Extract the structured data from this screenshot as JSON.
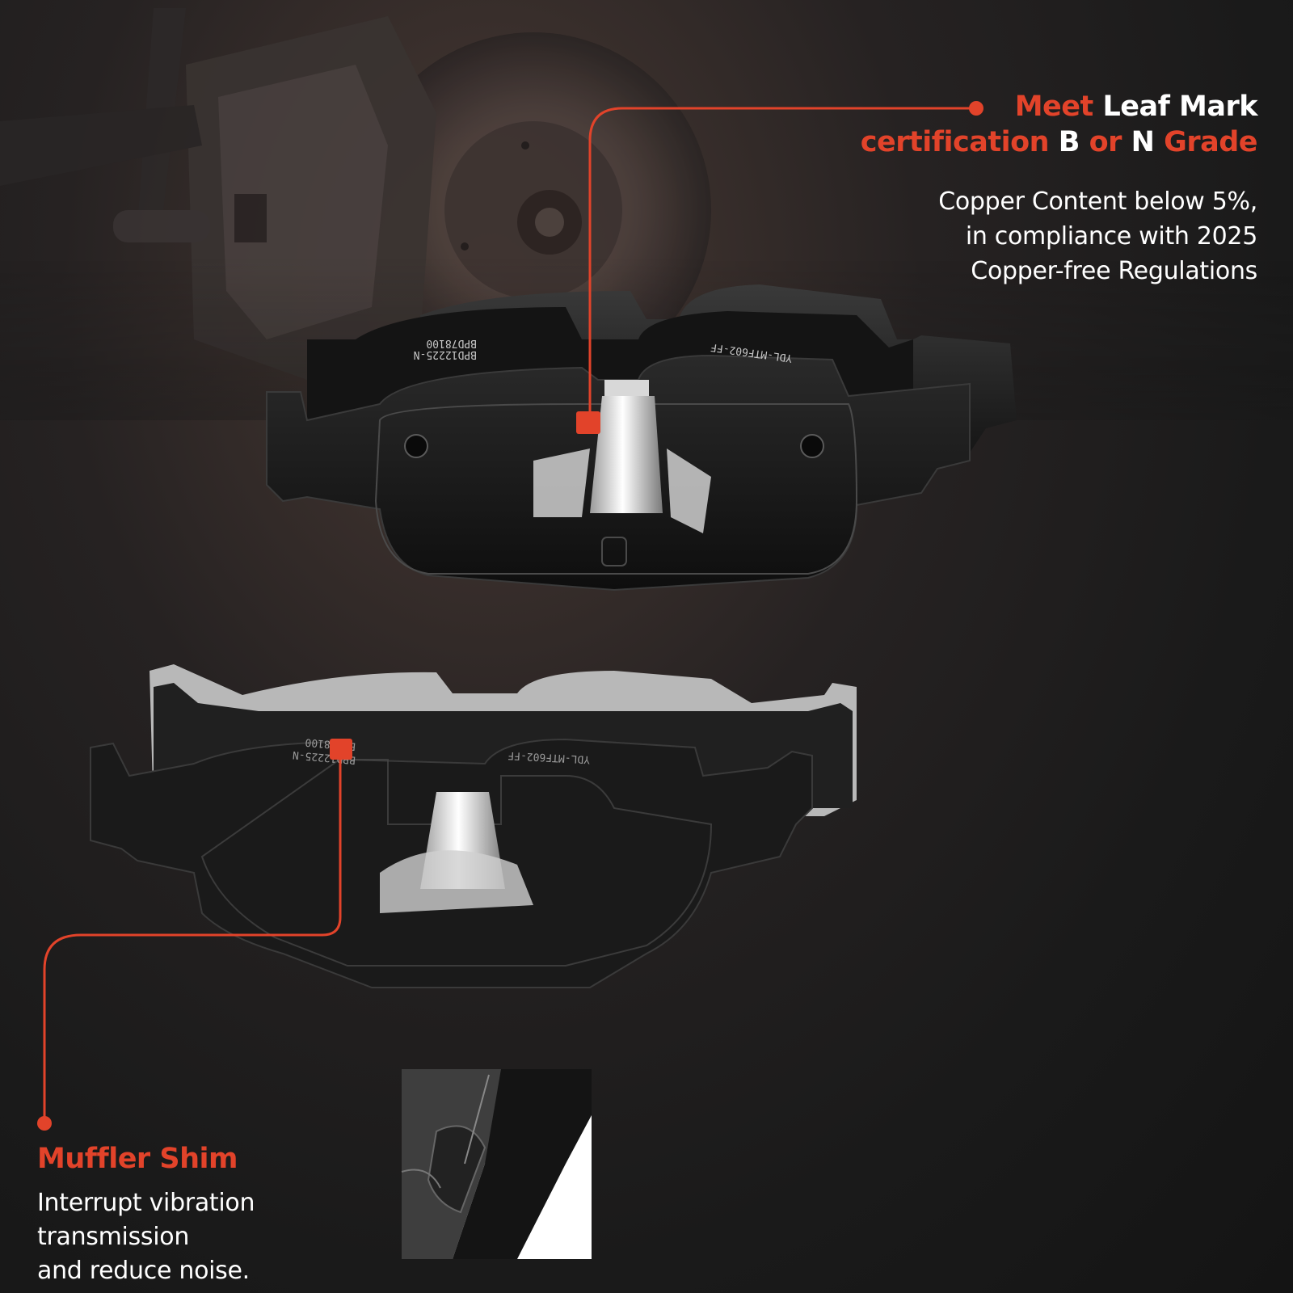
{
  "certification": {
    "title_line1": {
      "accent": "Meet",
      "emphasis": "Leaf Mark"
    },
    "title_line2": {
      "accent1": "certification",
      "emphasis1": "B",
      "accent2": "or",
      "emphasis2": "N",
      "accent3": "Grade"
    },
    "description_lines": [
      "Copper Content below 5%,",
      "in compliance with 2025",
      "Copper-free Regulations"
    ]
  },
  "muffler_shim": {
    "title": "Muffler Shim",
    "description_lines": [
      "Interrupt vibration transmission",
      "and reduce noise."
    ]
  },
  "pad_markings": {
    "upper_left": [
      "BPD12225-N",
      "BPD78100"
    ],
    "upper_right": "YDL-MTF602-FF",
    "lower_left": [
      "BPD12225-N",
      "BPD78100"
    ],
    "lower_right": "YDL-MTF602-FF"
  },
  "colors": {
    "accent": "#e2432a",
    "text": "#ffffff",
    "background": "#1c1c1c"
  }
}
